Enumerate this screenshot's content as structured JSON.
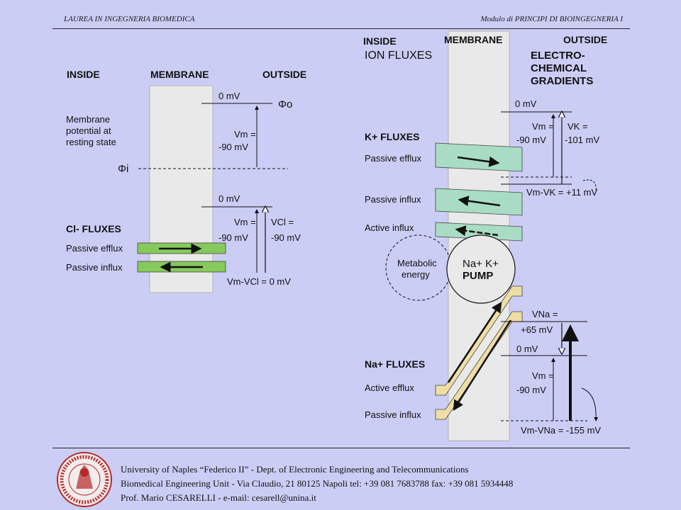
{
  "header": {
    "left": "LAUREA IN INGEGNERIA BIOMEDICA",
    "right": "Modulo di PRINCIPI DI BIOINGEGNERIA I"
  },
  "left_diagram": {
    "inside": "INSIDE",
    "membrane": "MEMBRANE",
    "outside": "OUTSIDE",
    "zero_mv_top": "0 mV",
    "phi_o": "Φo",
    "rest_line1": "Membrane",
    "rest_line2": "potential at",
    "rest_line3": "resting state",
    "vm_top": "Vm =",
    "vm_top_val": "-90 mV",
    "phi_i": "Φi",
    "zero_mv_mid": "0 mV",
    "cl_title": "Cl- FLUXES",
    "vm_mid": "Vm =",
    "vm_mid_val": "-90 mV",
    "vcl": "VCl =",
    "vcl_val": "-90 mV",
    "passive_efflux": "Passive efflux",
    "passive_influx": "Passive influx",
    "vm_vcl": "Vm-VCl = 0 mV"
  },
  "right_diagram": {
    "inside": "INSIDE",
    "membrane": "MEMBRANE",
    "outside": "OUTSIDE",
    "ion_fluxes": "ION FLUXES",
    "grad1": "ELECTRO-",
    "grad2": "CHEMICAL",
    "grad3": "GRADIENTS",
    "zero_mv": "0 mV",
    "vm": "Vm =",
    "vm_val": "-90 mV",
    "vk": "VK =",
    "vk_val": "-101 mV",
    "k_title": "K+ FLUXES",
    "k_passive_efflux": "Passive efflux",
    "k_passive_influx": "Passive influx",
    "k_active_influx": "Active influx",
    "vm_vk": "Vm-VK = +11 mV",
    "metabolic1": "Metabolic",
    "metabolic2": "energy",
    "pump1": "Na+ K+",
    "pump2": "PUMP",
    "vna": "VNa =",
    "vna_val": "+65 mV",
    "zero_mv_2": "0 mV",
    "na_title": "Na+ FLUXES",
    "na_active_efflux": "Active efflux",
    "vm2": "Vm =",
    "vm2_val": "-90 mV",
    "na_passive_influx": "Passive influx",
    "vm_vna": "Vm-VNa = -155 mV"
  },
  "footer": {
    "line1": "University of Naples “Federico II” - Dept. of Electronic Engineering and Telecommunications",
    "line2": "Biomedical Engineering Unit - Via Claudio, 21  80125 Napoli  tel: +39 081 7683788   fax: +39 081 5934448",
    "line3": "Prof. Mario CESARELLI - e-mail: cesarell@unina.it"
  },
  "colors": {
    "background": "#cccdf5",
    "membrane": "#e9e9ea",
    "cl_band": "#86c95d",
    "k_band": "#a9dcc4",
    "na_band": "#eedea4",
    "seal": "#b42a2a"
  }
}
